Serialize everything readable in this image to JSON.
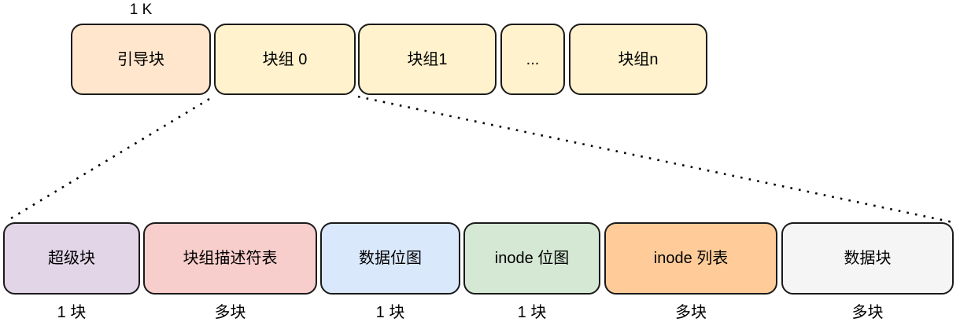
{
  "diagram": {
    "title_hint": "ext2 filesystem block layout",
    "size_label": "1 K",
    "stroke_color": "#1a1a1a",
    "top_row": [
      {
        "label": "引导块",
        "color": "#ffe6cc"
      },
      {
        "label": "块组 0",
        "color": "#fff2cc"
      },
      {
        "label": "块组1",
        "color": "#fff2cc"
      },
      {
        "label": "...",
        "color": "#fff2cc"
      },
      {
        "label": "块组n",
        "color": "#fff2cc"
      }
    ],
    "bottom_row": [
      {
        "label": "超级块",
        "count": "1 块",
        "color": "#e1d5e7"
      },
      {
        "label": "块组描述符表",
        "count": "多块",
        "color": "#f8cecc"
      },
      {
        "label": "数据位图",
        "count": "1 块",
        "color": "#dae8fc"
      },
      {
        "label": "inode 位图",
        "count": "1 块",
        "color": "#d5e8d4"
      },
      {
        "label": "inode 列表",
        "count": "多块",
        "color": "#ffcc99"
      },
      {
        "label": "数据块",
        "count": "多块",
        "color": "#f5f5f5"
      }
    ]
  }
}
